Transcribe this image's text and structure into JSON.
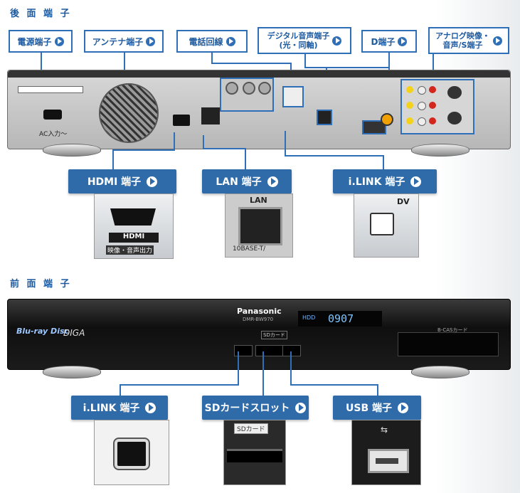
{
  "rear_section": {
    "title": "後 面 端 子",
    "tags": [
      "電源端子",
      "アンテナ端子",
      "電話回線",
      "デジタル音声端子\n(光・同軸)",
      "D端子",
      "アナログ映像・\n音声/S端子"
    ],
    "pills": [
      "HDMI 端子",
      "LAN 端子",
      "i.LINK 端子"
    ],
    "device_labels": {
      "power": "AC入力〜",
      "lan": "LAN",
      "lan_detail": "10BASE-T/",
      "hdmi_detail": "映像・音声出力",
      "ilink_detail": "DV"
    }
  },
  "front_section": {
    "title": "前 面 端 子",
    "pills": [
      "i.LINK 端子",
      "SDカードスロット",
      "USB 端子"
    ],
    "device": {
      "brand": "Panasonic",
      "model": "DMR-BW970",
      "display": "0907",
      "logo": "DIGA",
      "bluray": "Blu-ray Disc",
      "sd_label": "SDカード",
      "bcas": "B-CASカード",
      "hdd": "HDD"
    }
  }
}
